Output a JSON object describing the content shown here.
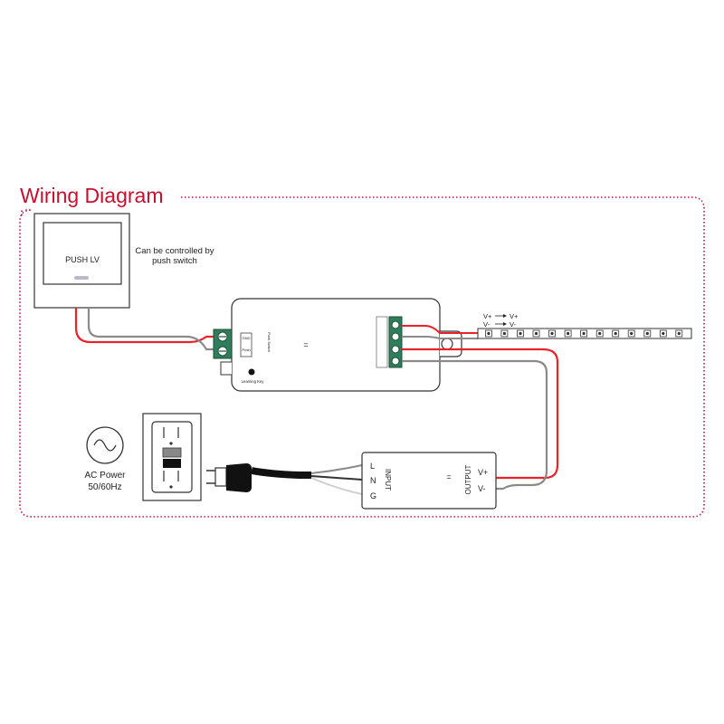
{
  "title": "Wiring Diagram",
  "colors": {
    "accent": "#c8102e",
    "frame": "#b5174a",
    "wire_red": "#e8232a",
    "wire_gray": "#8a8a8a",
    "terminal_green": "#2e7d5b"
  },
  "switch_panel": {
    "label": "PUSH LV",
    "note_line1": "Can be controlled by",
    "note_line2": "push switch"
  },
  "controller": {
    "input_gnd": "GND",
    "input_push": "Push",
    "push_switch_label": "Push Switch",
    "learning_key": "Learning Key",
    "equals_mark": "="
  },
  "led_strip": {
    "v_plus": "V+",
    "v_minus": "V-",
    "arrow_v_plus": "V+",
    "arrow_v_minus": "V-",
    "led_count": 13
  },
  "ac_source": {
    "line1": "AC Power",
    "line2": "50/60Hz",
    "icon": "sine-wave-icon"
  },
  "outlet": {
    "icon": "wall-outlet-icon"
  },
  "plug": {
    "icon": "power-plug-icon"
  },
  "driver": {
    "input_label": "INPUT",
    "output_label": "OUTPUT",
    "terminal_l": "L",
    "terminal_n": "N",
    "terminal_g": "G",
    "out_v_plus": "V+",
    "out_v_minus": "V-",
    "equals_mark": "="
  }
}
